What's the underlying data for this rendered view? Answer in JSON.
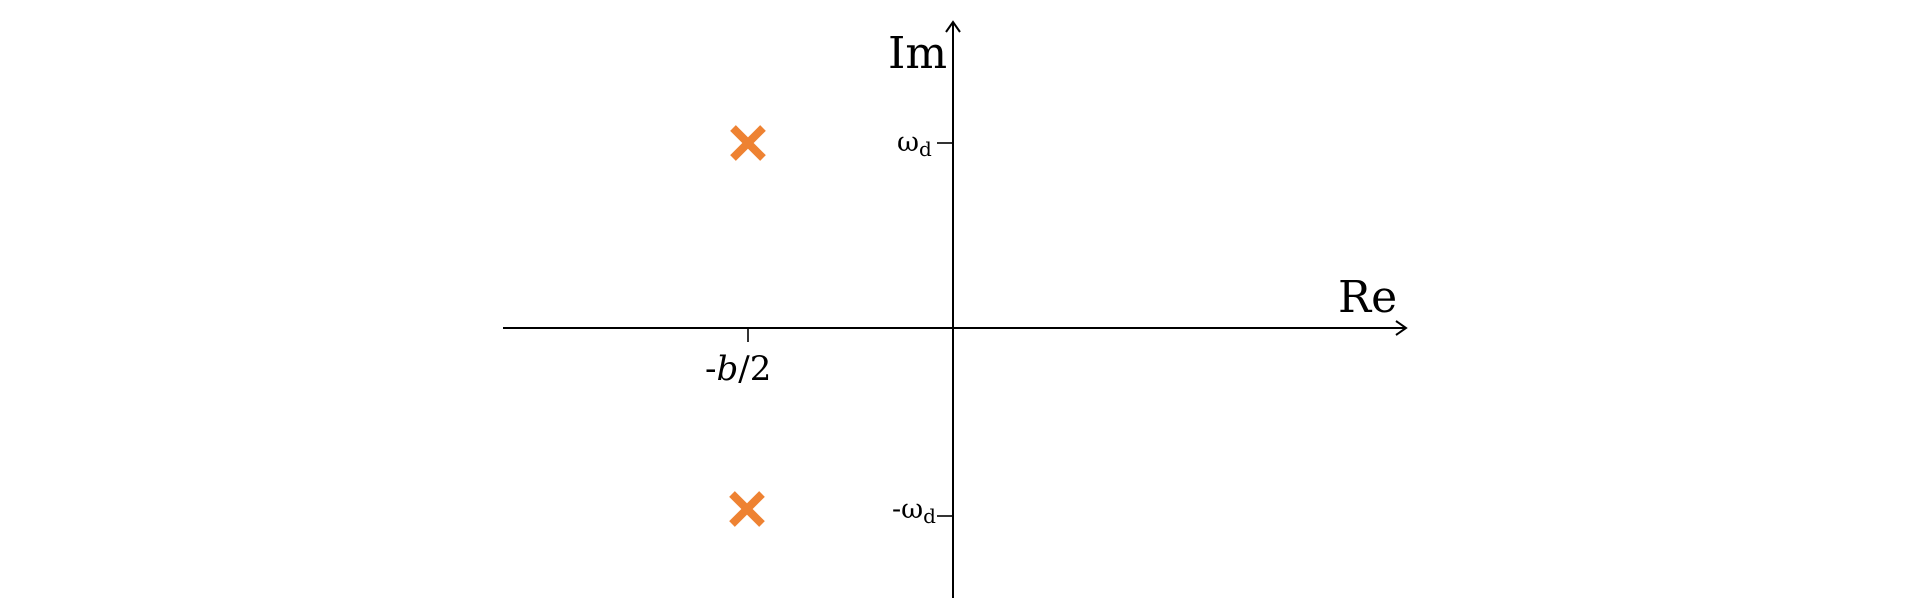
{
  "axes": {
    "real_label": "Re",
    "imag_label": "Im"
  },
  "ticks": {
    "omega_d": {
      "symbol": "ω",
      "subscript": "d"
    },
    "neg_omega_d": {
      "symbol": "-ω",
      "subscript": "d"
    },
    "neg_b_half": {
      "prefix": "-",
      "variable": "b",
      "suffix": "/2"
    }
  },
  "poles": [
    {
      "re": "-b/2",
      "im": "ω_d"
    },
    {
      "re": "-b/2",
      "im": "-ω_d"
    }
  ],
  "colors": {
    "axis": "#000000",
    "pole": "#EE8232",
    "background": "#FFFFFF"
  }
}
